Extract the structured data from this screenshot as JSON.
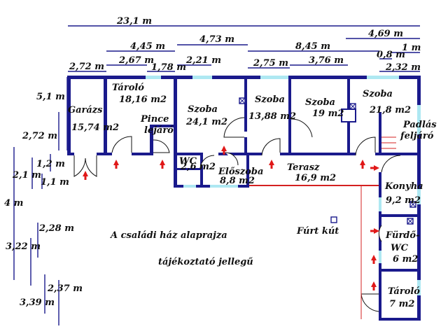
{
  "rooms": {
    "garazs": {
      "name": "Garázs",
      "area": "15,74 m2"
    },
    "tarolo1": {
      "name": "Tároló",
      "area": "18,16 m2"
    },
    "pince": {
      "name1": "Pince",
      "name2": "lejáró"
    },
    "szoba1": {
      "name": "Szoba",
      "area": "24,1 m2"
    },
    "szoba2": {
      "name": "Szoba",
      "area": "13,88 m2"
    },
    "szoba3": {
      "name": "Szoba",
      "area": "19 m2"
    },
    "szoba4": {
      "name": "Szoba",
      "area": "21,8 m2"
    },
    "padlas": {
      "name1": "Padlás",
      "name2": "feljáró"
    },
    "wc1": {
      "name": "WC",
      "area": "2,6 m2"
    },
    "eloszoba": {
      "name": "Előszoba",
      "area": "8,8 m2"
    },
    "terasz": {
      "name": "Terasz",
      "area": "16,9 m2"
    },
    "konyha": {
      "name": "Konyha",
      "area": "9,2 m2"
    },
    "furdo": {
      "name1": "Fürdő-",
      "name2": "WC",
      "area": "6 m2"
    },
    "tarolo2": {
      "name": "Tároló",
      "area": "7 m2"
    }
  },
  "labels": {
    "furt_kut": "Fúrt kút",
    "caption1": "A családi ház alaprajza",
    "caption2": "tájékoztató jellegű"
  },
  "dimensions": {
    "top": {
      "d1": "23,1 m",
      "d2": "4,45 m",
      "d3": "4,73 m",
      "d4": "8,45 m",
      "d5": "4,69 m",
      "d6": "2,67 m",
      "d7": "2,21 m",
      "d8": "1,78 m",
      "d9": "2,72 m",
      "d10": "2,75 m",
      "d11": "3,76 m",
      "d12": "0,8 m",
      "d13": "1 m",
      "d14": "2,32 m"
    },
    "left": {
      "d1": "5,1 m",
      "d2": "2,72 m",
      "d3": "1,2 m",
      "d4": "2,1 m",
      "d5": "1,1 m",
      "d6": "4 m",
      "d7": "2,28 m",
      "d8": "3,22 m",
      "d9": "2,37 m",
      "d10": "3,39 m"
    }
  },
  "colors": {
    "wall": "#1a1a8c",
    "window": "#aee8f2",
    "arrow": "#e01818",
    "path": "#d42020"
  }
}
